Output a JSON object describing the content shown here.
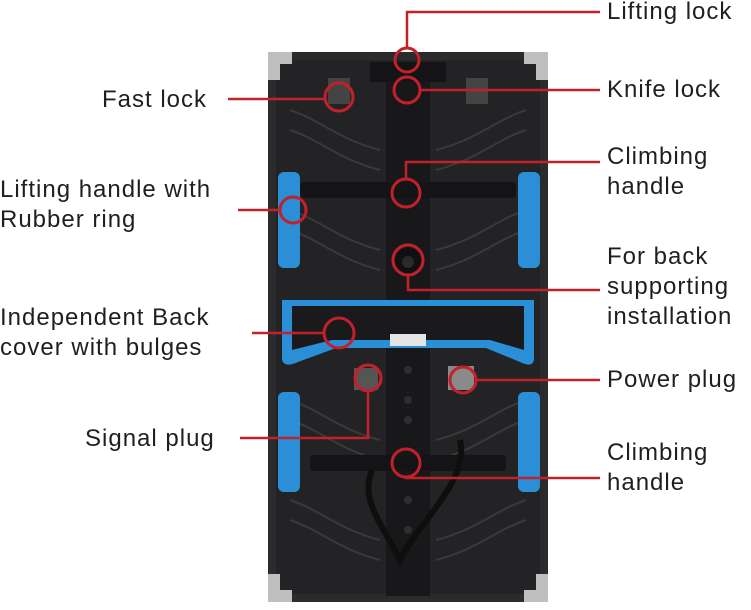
{
  "labels": {
    "lifting_lock": "Lifting  lock",
    "knife_lock": "Knife  lock",
    "fast_lock": "Fast  lock",
    "climbing_handle_top_1": "Climbing",
    "climbing_handle_top_2": "handle",
    "lifting_handle_1": "Lifting  handle with",
    "lifting_handle_2": "Rubber ring",
    "back_support_1": "For back",
    "back_support_2": "supporting",
    "back_support_3": "installation",
    "back_cover_1": "Independent Back",
    "back_cover_2": "cover with bulges",
    "power_plug": "Power plug",
    "signal_plug": "Signal plug",
    "climbing_handle_bottom_1": "Climbing",
    "climbing_handle_bottom_2": "handle"
  },
  "colors": {
    "callout": "#c4202a",
    "cabinet": "#2b2b2d",
    "cabinet_dark": "#18181a",
    "handle_blue": "#2a8fd6",
    "text": "#1f1f1f"
  }
}
